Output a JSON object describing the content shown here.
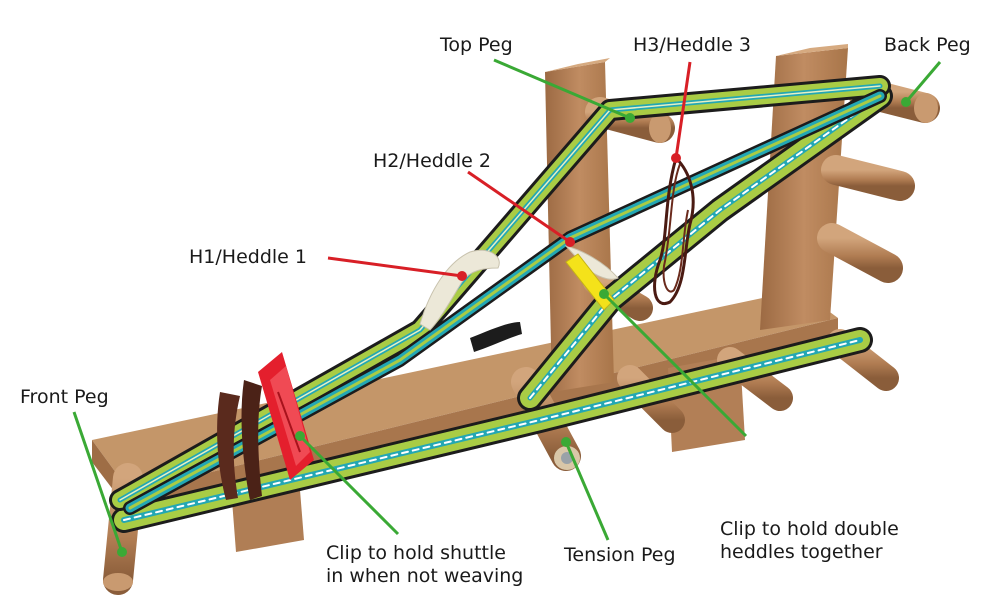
{
  "colors": {
    "wood": "#b6835a",
    "wood_dark": "#8e603c",
    "wood_light": "#cfa27a",
    "warp_green": "#a9cc45",
    "warp_teal": "#23a7b4",
    "warp_black": "#1c1c1c",
    "leader_green": "#3aa935",
    "leader_red": "#d81f26",
    "clip_red": "#e41f2d",
    "clip_yellow": "#f4e21a",
    "shuttle_brown": "#5a2a1d"
  },
  "labels": {
    "top_peg": "Top Peg",
    "h3": "H3/Heddle 3",
    "back_peg": "Back Peg",
    "h2": "H2/Heddle 2",
    "h1": "H1/Heddle 1",
    "front_peg": "Front Peg",
    "clip_shuttle_line1": "Clip to hold shuttle",
    "clip_shuttle_line2": "in when not weaving",
    "tension_peg": "Tension Peg",
    "clip_heddles_line1": "Clip to hold double",
    "clip_heddles_line2": "heddles together"
  }
}
